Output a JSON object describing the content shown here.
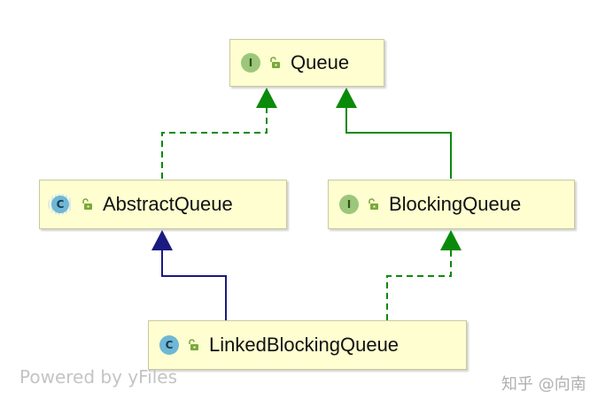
{
  "nodes": {
    "queue": {
      "label": "Queue",
      "kind": "I"
    },
    "abstract_queue": {
      "label": "AbstractQueue",
      "kind": "C"
    },
    "blocking_queue": {
      "label": "BlockingQueue",
      "kind": "I"
    },
    "linked_blocking_queue": {
      "label": "LinkedBlockingQueue",
      "kind": "C"
    }
  },
  "edges": [
    {
      "from": "abstract_queue",
      "to": "queue",
      "style": "dashed",
      "color": "#0a8a0a"
    },
    {
      "from": "blocking_queue",
      "to": "queue",
      "style": "solid",
      "color": "#0a8a0a"
    },
    {
      "from": "linked_blocking_queue",
      "to": "abstract_queue",
      "style": "solid",
      "color": "#1a1a80"
    },
    {
      "from": "linked_blocking_queue",
      "to": "blocking_queue",
      "style": "dashed",
      "color": "#0a8a0a"
    }
  ],
  "colors": {
    "node_fill": "#fefed0",
    "implements_edge": "#0a8a0a",
    "extends_class_edge": "#1a1a80",
    "interface_icon": "#9cc77a",
    "class_icon": "#6fb7d6",
    "lock_icon": "#7aa83c"
  },
  "watermark": {
    "left": "Powered by yFiles",
    "right": "知乎 @向南"
  }
}
